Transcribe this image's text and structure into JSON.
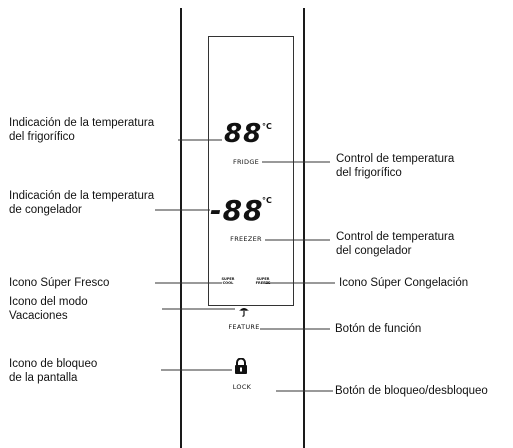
{
  "display": {
    "fridge_digits": "88",
    "freezer_digits": "-88",
    "degree_unit": "°C",
    "fridge_label": "FRIDGE",
    "freezer_label": "FREEZER",
    "super_cool_label": "SUPER\nCOOL",
    "super_freeze_label": "SUPER\nFREEZE",
    "feature_label": "FEATURE",
    "lock_label": "LOCK"
  },
  "callouts_left": {
    "fridge_temp_indication": [
      "Indicación de la temperatura",
      "del frigorífico"
    ],
    "freezer_temp_indication": [
      "Indicación de la temperatura",
      "de congelador"
    ],
    "super_fresh_icon": "Icono Súper Fresco",
    "vacation_mode_icon": [
      "Icono del modo",
      "Vacaciones"
    ],
    "screen_lock_icon": [
      "Icono de bloqueo",
      "de la pantalla"
    ]
  },
  "callouts_right": {
    "fridge_temp_control": [
      "Control de temperatura",
      "del frigorífico"
    ],
    "freezer_temp_control": [
      "Control de temperatura",
      "del congelador"
    ],
    "super_freeze_icon": "Icono Súper Congelación",
    "function_button": "Botón de función",
    "lock_unlock_button": "Botón de bloqueo/desbloqueo"
  },
  "icons": {
    "vacation": "umbrella-icon",
    "lock": "lock-icon"
  }
}
